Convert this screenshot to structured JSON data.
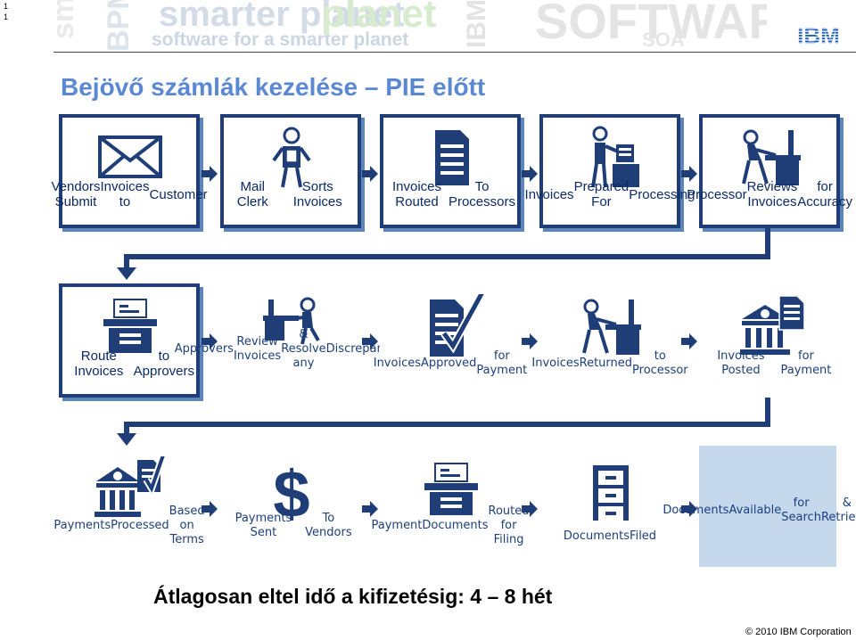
{
  "page_number": "1",
  "banner": {
    "watermarks": [
      "smarter planet",
      "software for a smarter planet",
      "planet",
      "SOFTWARE",
      "IBM",
      "SOA",
      "BPM",
      "smarter planet"
    ]
  },
  "logo": "IBM",
  "title": "Bejövő számlák kezelése – PIE előtt",
  "steps": [
    {
      "icon": "envelope-icon",
      "lines": [
        "Vendors Submit",
        "Invoices to",
        "Customer"
      ]
    },
    {
      "icon": "mail-clerk-icon",
      "lines": [
        "Mail Clerk",
        "Sorts Invoices"
      ]
    },
    {
      "icon": "document-icon",
      "lines": [
        "Invoices Routed",
        "To Processors"
      ]
    },
    {
      "icon": "person-preparing-icon",
      "lines": [
        "Invoices",
        "Prepared For",
        "Processing"
      ]
    },
    {
      "icon": "processor-desk-icon",
      "lines": [
        "Processor",
        "Reviews Invoices",
        "for Accuracy"
      ]
    },
    {
      "icon": "routing-tray-icon",
      "lines": [
        "Route Invoices",
        "to Approvers"
      ]
    },
    {
      "icon": "approver-desk-icon",
      "lines": [
        "Approvers",
        "Review Invoices",
        "& Resolve any",
        "Discrepancies"
      ]
    },
    {
      "icon": "approved-document-icon",
      "lines": [
        "Invoices",
        "Approved",
        "for Payment"
      ]
    },
    {
      "icon": "returned-desk-icon",
      "lines": [
        "Invoices",
        "Returned",
        "to Processor"
      ]
    },
    {
      "icon": "bank-posting-icon",
      "lines": [
        "Invoices Posted",
        "for Payment"
      ]
    },
    {
      "icon": "bank-payment-icon",
      "lines": [
        "Payments",
        "Processed",
        "Based on Terms"
      ]
    },
    {
      "icon": "dollar-icon",
      "lines": [
        "Payments Sent",
        "To Vendors"
      ]
    },
    {
      "icon": "filing-tray-icon",
      "lines": [
        "Payment",
        "Documents",
        "Routed for Filing"
      ]
    },
    {
      "icon": "filing-cabinet-icon",
      "lines": [
        "Documents",
        "Filed"
      ]
    },
    {
      "icon": "",
      "lines": [
        "Documents",
        "Available",
        "for Search",
        "& Retrieval"
      ]
    }
  ],
  "footer": "Átlagosan eltel idő a kifizetésig: 4 – 8 hét",
  "copyright": "© 2010 IBM Corporation",
  "colors": {
    "title": "#5b88d3",
    "card_border": "#1f3e77",
    "card_shadow": "#5f86b8",
    "arrow": "#1f3e77",
    "final_card": "#c6d9ec",
    "label": "#0a2a66"
  }
}
